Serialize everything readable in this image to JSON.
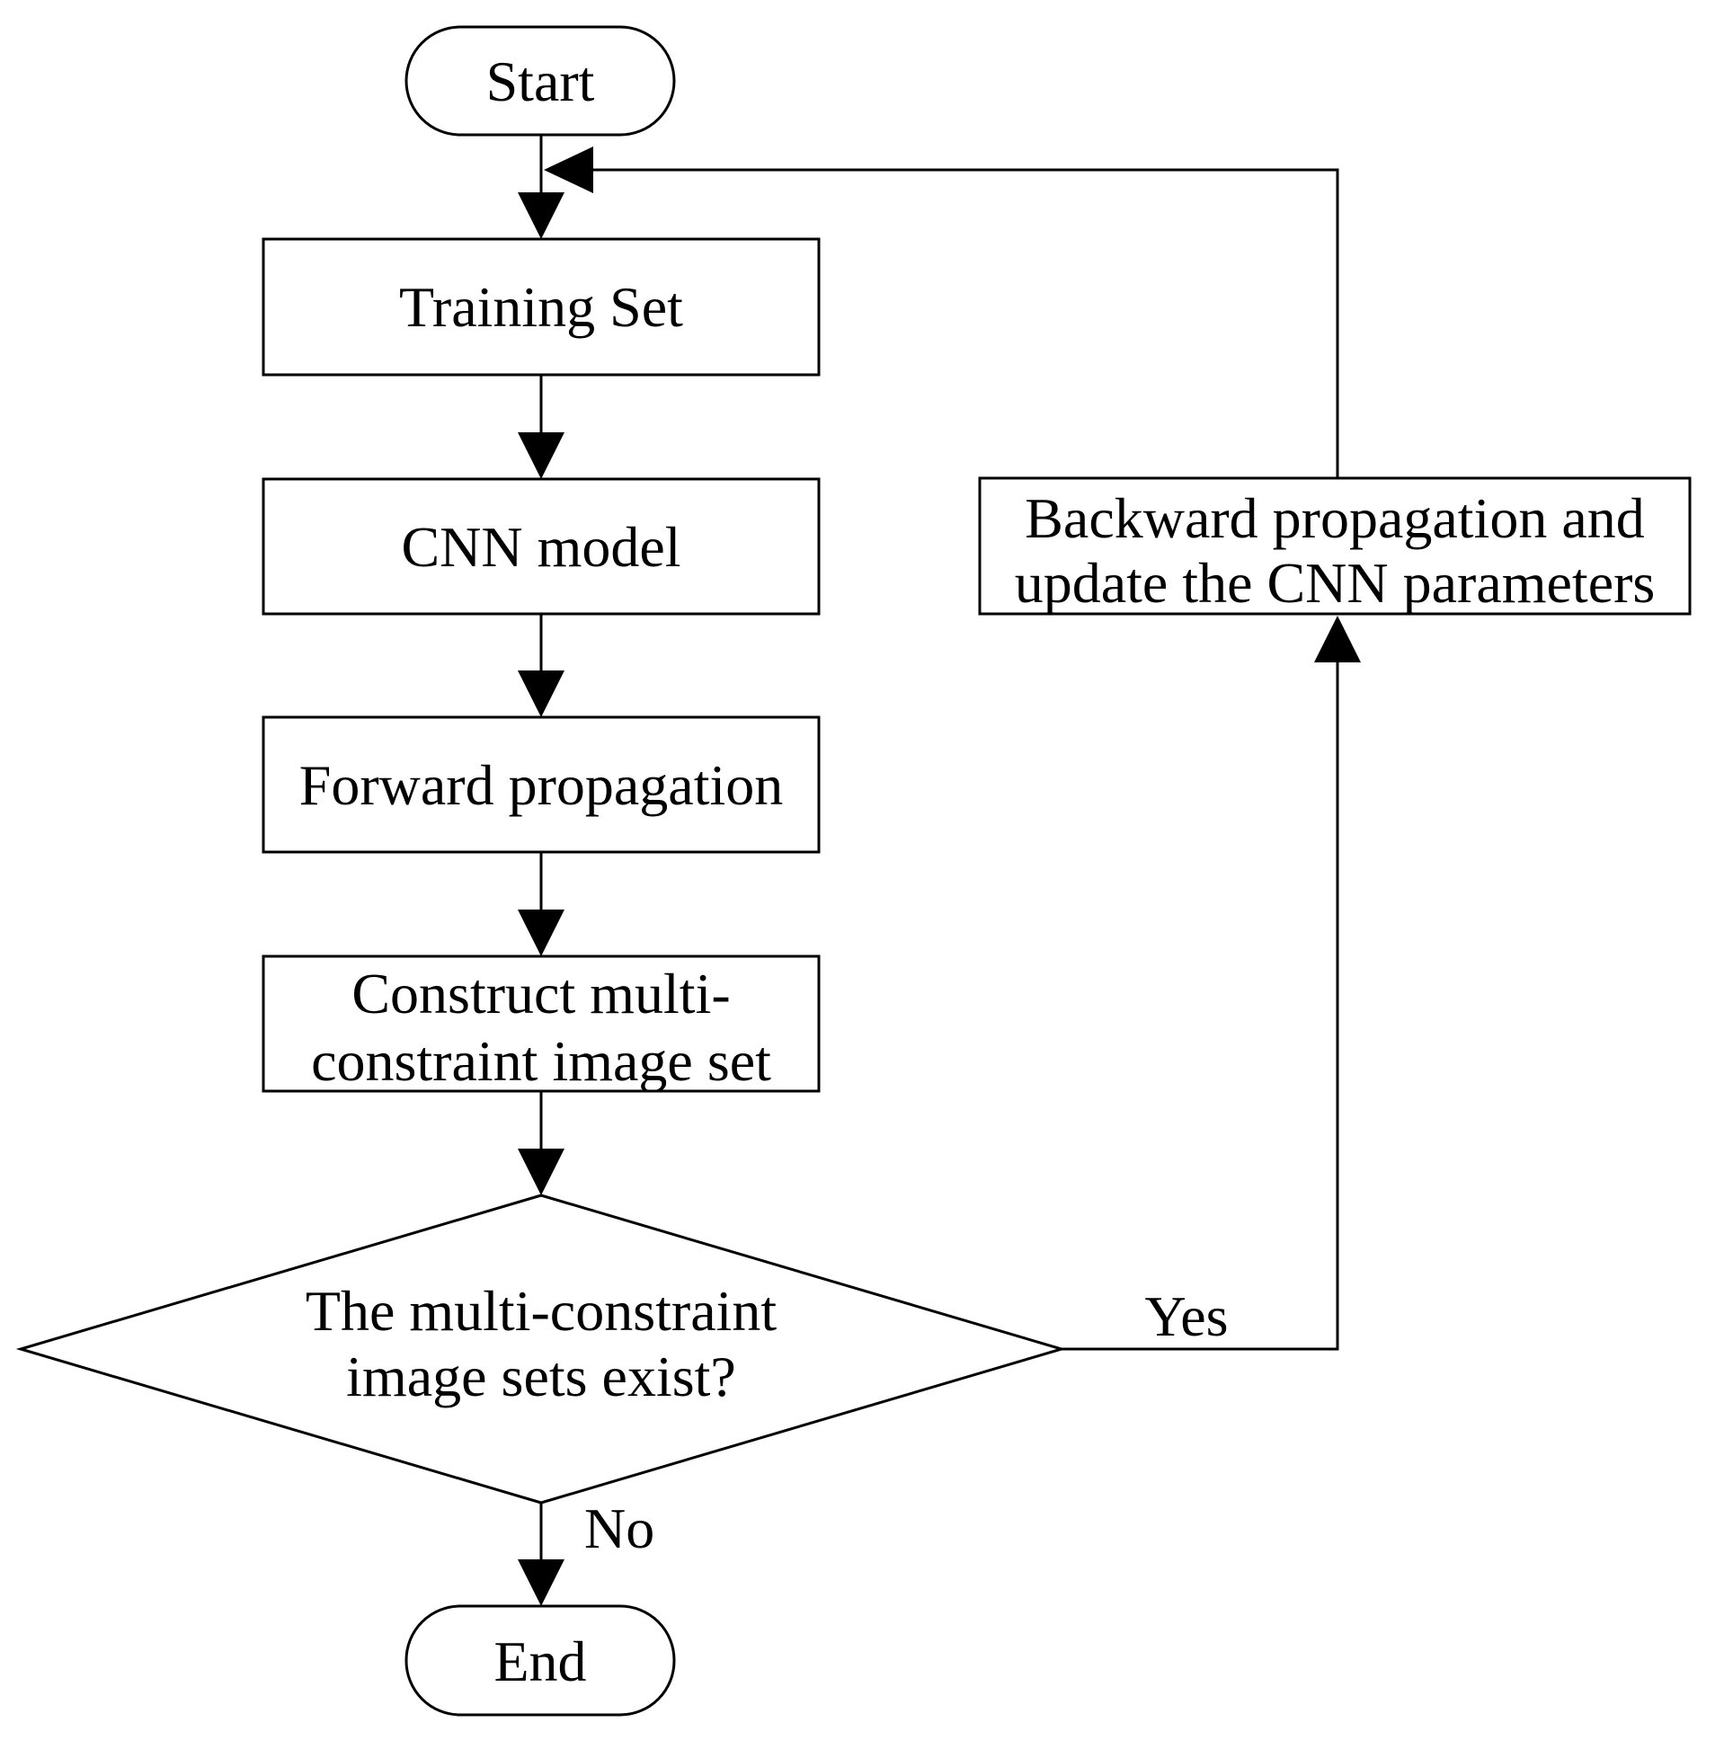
{
  "diagram": {
    "type": "flowchart",
    "nodes": {
      "start": {
        "type": "terminator",
        "label": "Start"
      },
      "training_set": {
        "type": "process",
        "label": "Training Set"
      },
      "cnn_model": {
        "type": "process",
        "label": "CNN model"
      },
      "forward_propagation": {
        "type": "process",
        "label": "Forward propagation"
      },
      "construct_multi_constraint": {
        "type": "process",
        "lines": [
          "Construct multi-",
          "constraint image set"
        ]
      },
      "decision": {
        "type": "decision",
        "lines": [
          "The multi-constraint",
          "image sets exist?"
        ]
      },
      "backward_propagation": {
        "type": "process",
        "lines": [
          "Backward propagation and",
          "update the CNN parameters"
        ]
      },
      "end": {
        "type": "terminator",
        "label": "End"
      }
    },
    "edges": [
      {
        "from": "start",
        "to": "training_set"
      },
      {
        "from": "training_set",
        "to": "cnn_model"
      },
      {
        "from": "cnn_model",
        "to": "forward_propagation"
      },
      {
        "from": "forward_propagation",
        "to": "construct_multi_constraint"
      },
      {
        "from": "construct_multi_constraint",
        "to": "decision"
      },
      {
        "from": "decision",
        "to": "backward_propagation",
        "label": "Yes"
      },
      {
        "from": "decision",
        "to": "end",
        "label": "No"
      },
      {
        "from": "backward_propagation",
        "to": "training_set"
      }
    ],
    "colors": {
      "stroke": "#000000",
      "node_fill": "#ffffff",
      "background": "#ffffff",
      "text": "#000000"
    }
  }
}
